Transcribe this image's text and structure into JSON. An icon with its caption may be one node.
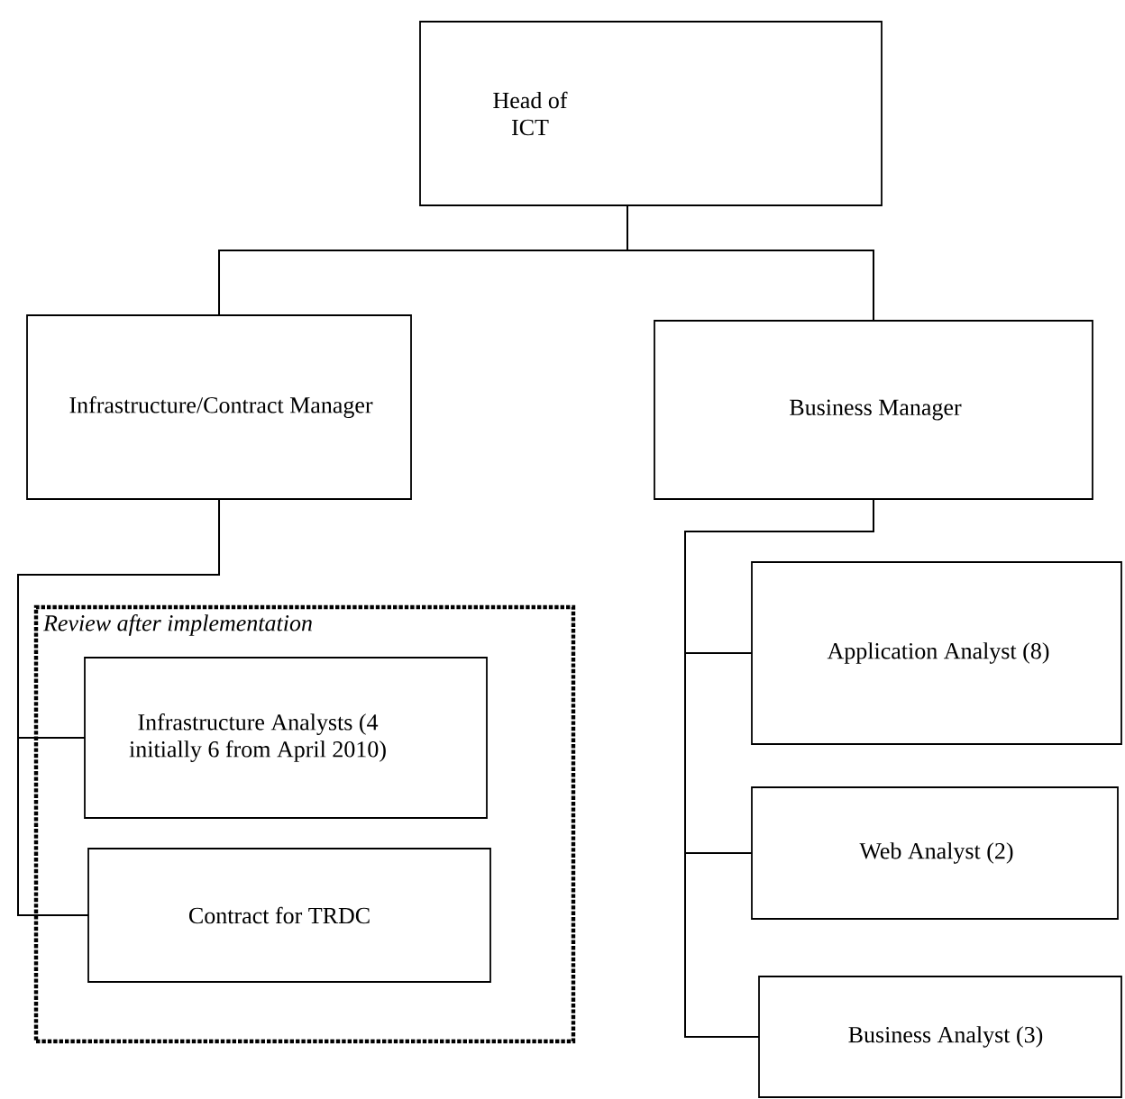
{
  "diagram": {
    "nodes": [
      {
        "text": [
          "Head of ICT"
        ]
      },
      {
        "text": [
          "Infrastructure/Contract Manager"
        ]
      },
      {
        "text": [
          "Business Manager"
        ]
      },
      {
        "text": [
          "Review after implementation"
        ]
      },
      {
        "text": [
          "Infrastructure Analysts (4 initially 6 from April 2010)"
        ],
        "in": 3
      },
      {
        "text": [
          "Contract for TRDC"
        ],
        "in": 3
      },
      {
        "text": [
          "Application Analyst (8)"
        ]
      },
      {
        "text": [
          "Web Analyst (2)"
        ]
      },
      {
        "text": [
          "Business Analyst (3)"
        ]
      }
    ],
    "edges": [
      {
        "from": 0,
        "to": 1,
        "arrow": "none"
      },
      {
        "from": 0,
        "to": 2,
        "arrow": "none"
      },
      {
        "from": 1,
        "to": 4,
        "arrow": "none"
      },
      {
        "from": 1,
        "to": 5,
        "arrow": "none"
      },
      {
        "from": 2,
        "to": 6,
        "arrow": "none"
      },
      {
        "from": 2,
        "to": 7,
        "arrow": "none"
      },
      {
        "from": 2,
        "to": 8,
        "arrow": "none"
      }
    ]
  }
}
